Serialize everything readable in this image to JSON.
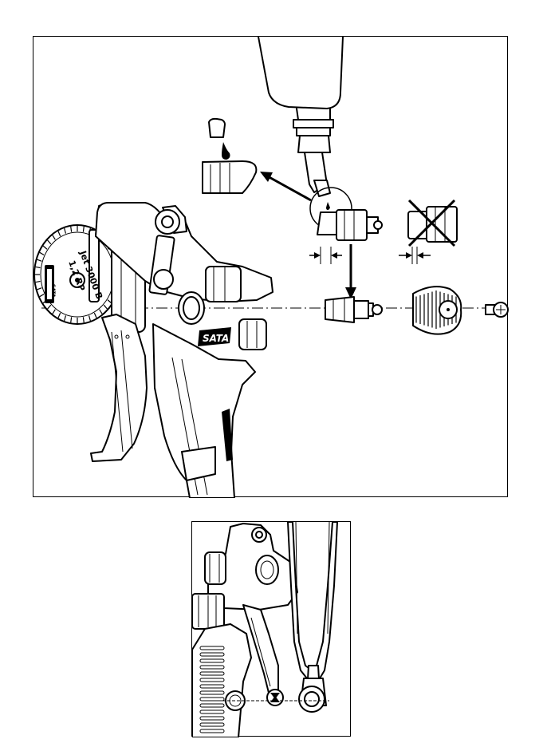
{
  "figure_main": {
    "air_cap_marking_line1": "Jet 3000 B",
    "air_cap_marking_line2": "1,2 RP",
    "brand_logo": "SATA",
    "nozzle_label": "SATA"
  },
  "figure_second": {}
}
